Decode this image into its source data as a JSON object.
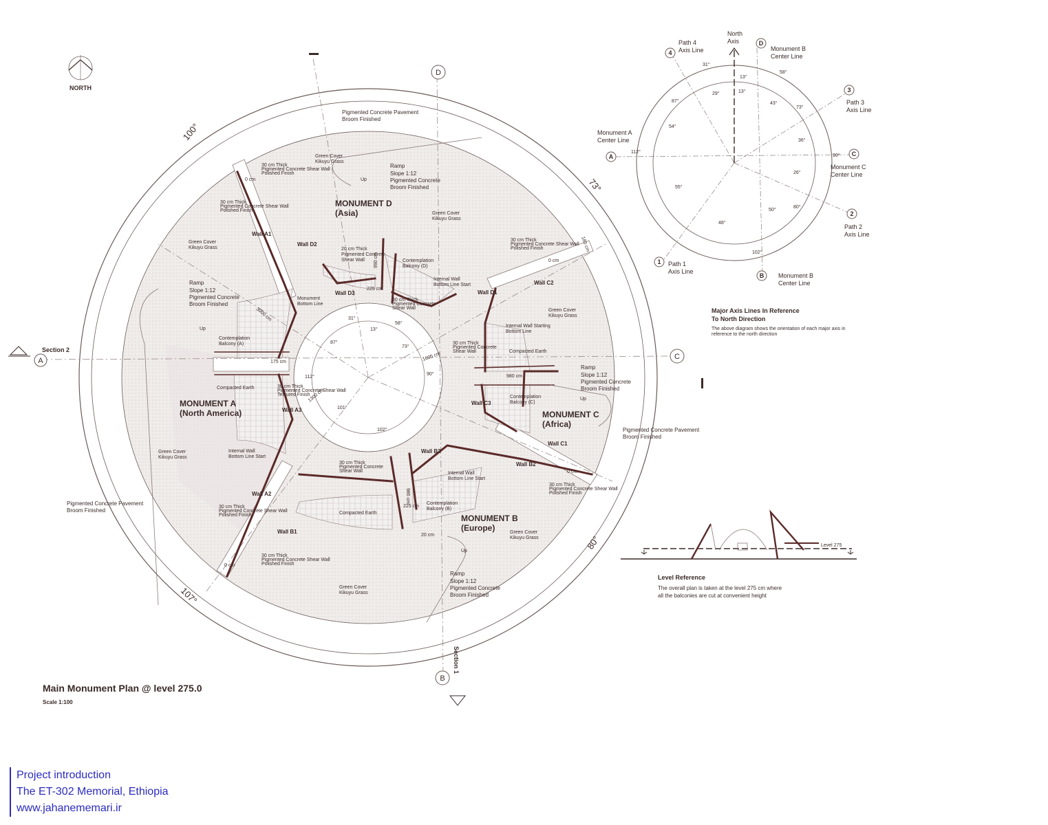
{
  "north_label": "NORTH",
  "plan": {
    "title": "Main Monument Plan @ level 275.0",
    "scale": "Scale 1:100",
    "angles": {
      "a100": "100°",
      "a73": "73°",
      "a80": "80°",
      "a107": "107°"
    },
    "sections": {
      "section2": "Section 2",
      "section1": "Section 1"
    },
    "bubbles": {
      "A": "A",
      "B": "B",
      "C": "C",
      "D": "D"
    },
    "monuments": [
      {
        "name": "MONUMENT D",
        "region": "(Asia)"
      },
      {
        "name": "MONUMENT A",
        "region": "(North America)"
      },
      {
        "name": "MONUMENT C",
        "region": "(Africa)"
      },
      {
        "name": "MONUMENT B",
        "region": "(Europe)"
      }
    ],
    "walls": {
      "A1": "Wall A1",
      "A2": "Wall A2",
      "A3": "Wall A3",
      "B1": "Wall B1",
      "B2": "Wall B2",
      "B3": "Wall B3",
      "C1": "Wall C1",
      "C2": "Wall C2",
      "C3": "Wall C3",
      "D1": "Wall D1",
      "D2": "Wall D2",
      "D3": "Wall D3"
    },
    "notes": {
      "pavement1": "Pigmented Concrete Pavement",
      "broom": "Broom Finished",
      "green_cover": "Green Cover",
      "kikuyu": "Kikuyu Grass",
      "ramp": "Ramp",
      "slope": "Slope  1:12",
      "pigmented_concrete": "Pigmented Concrete",
      "shear30": "30 cm Thick",
      "shear_wall_line": "Pigmented Concrete Shear Wall",
      "polished": "Polished Finish",
      "textured": "Textured Finish",
      "contemplation": "Contemplation",
      "balcony_a": "Balcony (A)",
      "balcony_b": "Balcony (B)",
      "balcony_c": "Balcony (C)",
      "balcony_d": "Balcony (D)",
      "compacted": "Compacted Earth",
      "internal_wall": "Internal Wall",
      "bottom_line_start": "Bottom Line Start",
      "internal_wall_starting": "Internal Wall Starting",
      "bottom_line": "Bottom Line",
      "monument": "Monument",
      "shear20": "20 cm Thick",
      "shear_wall": "Shear Wall",
      "up": "Up",
      "dims": {
        "d3000": "3000 cm",
        "d1300": "1300 cm",
        "d1605": "1605 cm",
        "d980": "980 cm",
        "d175": "175 cm",
        "d225": "225 cm",
        "d986": "986 cm",
        "d990": "990 cm",
        "d20": "20 cm",
        "d180": "180 cm",
        "d0": "0 cm"
      },
      "center_angles": {
        "c31": "31°",
        "c13": "13°",
        "c58": "58°",
        "c87": "87°",
        "c73": "73°",
        "c112": "112°",
        "c90": "90°",
        "c101": "101°",
        "c102": "102°"
      }
    }
  },
  "axis_diagram": {
    "north_axis": [
      "North",
      "Axis"
    ],
    "path4": [
      "Path 4",
      "Axis Line"
    ],
    "monB_top": [
      "Monument B",
      "Center Line"
    ],
    "path3": [
      "Path 3",
      "Axis Line"
    ],
    "monA": [
      "Monument A",
      "Center Line"
    ],
    "monC": [
      "Monument C",
      "Center Line"
    ],
    "path2": [
      "Path 2",
      "Axis Line"
    ],
    "path1": [
      "Path 1",
      "Axis Line"
    ],
    "monB_bottom": [
      "Monument B",
      "Center Line"
    ],
    "bubbles": {
      "n4": "4",
      "nD": "D",
      "n3": "3",
      "nA": "A",
      "nC": "C",
      "n2": "2",
      "n1": "1",
      "nB": "B"
    },
    "angles": {
      "a31": "31°",
      "a58": "58°",
      "a13": "13°",
      "a29": "29°",
      "a13b": "13°",
      "a43": "43°",
      "a87": "87°",
      "a73": "73°",
      "a54": "54°",
      "a36": "36°",
      "a112": "112°",
      "a26": "26°",
      "a90": "90°",
      "a55": "55°",
      "a80": "80°",
      "a50": "50°",
      "a48": "48°",
      "a102": "102°"
    },
    "heading": [
      "Major Axis Lines In Reference",
      "To North Direction"
    ],
    "desc": [
      "The above diagram shows the orientation of each major axis in",
      "reference to the north direction"
    ]
  },
  "level_ref": {
    "level_tag": "Level 275",
    "heading": "Level Reference",
    "desc": [
      "The overall plan is taken at the level 275 cm where",
      "all the balconies are cut at convenient height"
    ]
  },
  "footer": {
    "line1": "Project introduction",
    "line2": "The ET-302 Memorial, Ethiopia",
    "line3": "www.jahanememari.ir"
  },
  "colors": {
    "ink": "#3a2a28",
    "wall": "#5a2a28",
    "ground": "#efecea",
    "footer": "#2b2bc0"
  }
}
